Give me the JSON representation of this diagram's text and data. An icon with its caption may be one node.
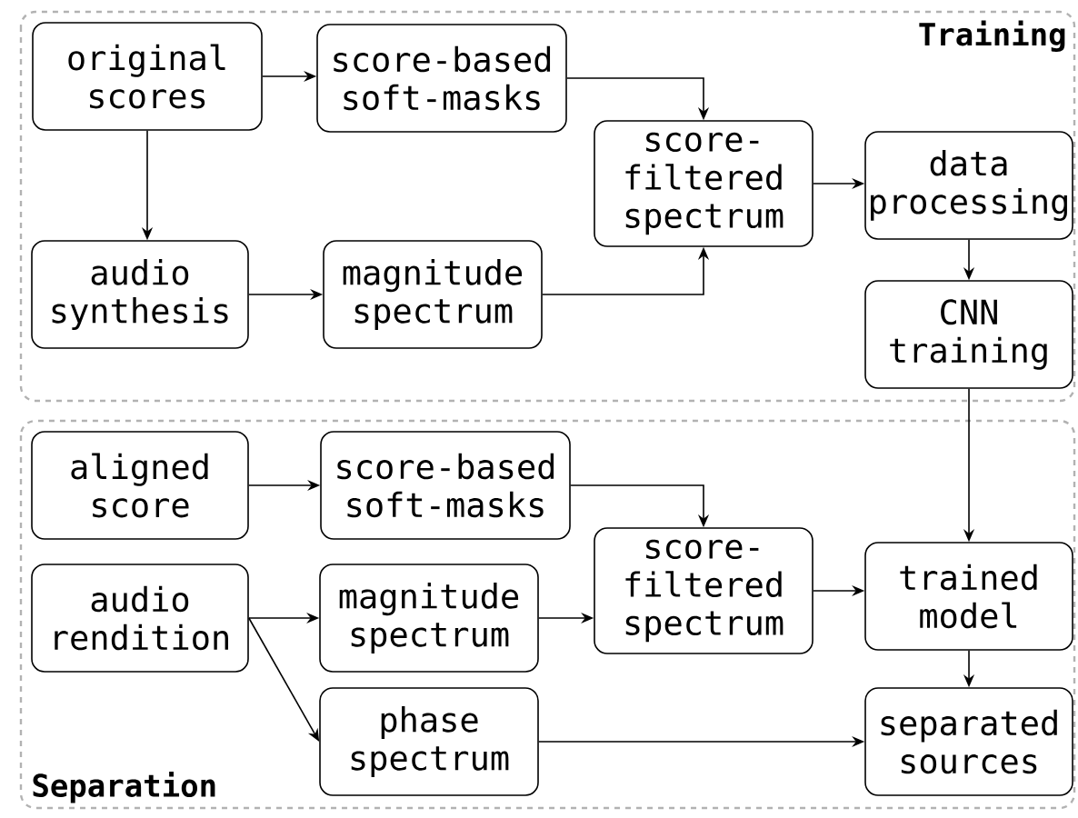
{
  "diagram": {
    "nodes": [
      {
        "text": [
          "Training"
        ]
      },
      {
        "text": [
          "original scores"
        ],
        "in": 0
      },
      {
        "text": [
          "score-based soft-masks"
        ],
        "in": 0
      },
      {
        "text": [
          "score-filtered spectrum"
        ],
        "in": 0
      },
      {
        "text": [
          "audio synthesis"
        ],
        "in": 0
      },
      {
        "text": [
          "magnitude spectrum"
        ],
        "in": 0
      },
      {
        "text": [
          "data processing"
        ],
        "in": 0
      },
      {
        "text": [
          "CNN training"
        ],
        "in": 0
      },
      {
        "text": [
          "Separation"
        ]
      },
      {
        "text": [
          "aligned score"
        ],
        "in": 8
      },
      {
        "text": [
          "score-based soft-masks"
        ],
        "in": 8
      },
      {
        "text": [
          "score-filtered spectrum"
        ],
        "in": 8
      },
      {
        "text": [
          "trained model"
        ],
        "in": 8
      },
      {
        "text": [
          "audio rendition"
        ],
        "in": 8
      },
      {
        "text": [
          "magnitude spectrum"
        ],
        "in": 8
      },
      {
        "text": [
          "phase spectrum"
        ],
        "in": 8
      },
      {
        "text": [
          "separated sources"
        ],
        "in": 8
      }
    ],
    "edges": [
      {
        "from": 1,
        "to": 2,
        "arrow": "to"
      },
      {
        "from": 1,
        "to": 4,
        "arrow": "to"
      },
      {
        "from": 2,
        "to": 3,
        "arrow": "to"
      },
      {
        "from": 4,
        "to": 5,
        "arrow": "to"
      },
      {
        "from": 5,
        "to": 3,
        "arrow": "to"
      },
      {
        "from": 3,
        "to": 6,
        "arrow": "to"
      },
      {
        "from": 6,
        "to": 7,
        "arrow": "to"
      },
      {
        "from": 7,
        "to": 12,
        "arrow": "to"
      },
      {
        "from": 9,
        "to": 10,
        "arrow": "to"
      },
      {
        "from": 10,
        "to": 11,
        "arrow": "to"
      },
      {
        "from": 13,
        "to": 14,
        "arrow": "to"
      },
      {
        "from": 13,
        "to": 15,
        "arrow": "to"
      },
      {
        "from": 14,
        "to": 11,
        "arrow": "to"
      },
      {
        "from": 11,
        "to": 12,
        "arrow": "to"
      },
      {
        "from": 12,
        "to": 16,
        "arrow": "to"
      },
      {
        "from": 15,
        "to": 16,
        "arrow": "to"
      }
    ]
  }
}
